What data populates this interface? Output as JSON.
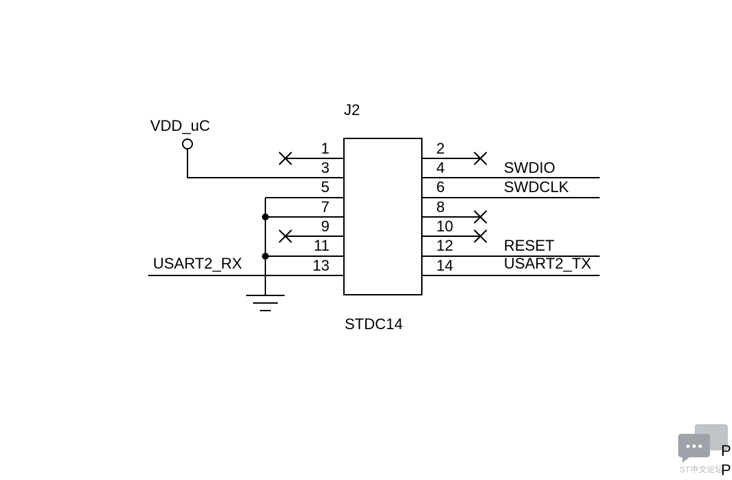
{
  "designator": "J2",
  "part": "STDC14",
  "power_net": "VDD_uC",
  "left_pins": [
    "1",
    "3",
    "5",
    "7",
    "9",
    "11",
    "13"
  ],
  "right_pins": [
    "2",
    "4",
    "6",
    "8",
    "10",
    "12",
    "14"
  ],
  "nets": {
    "swdio": "SWDIO",
    "swdclk": "SWDCLK",
    "reset": "RESET",
    "usart2_tx": "USART2_TX",
    "usart2_rx": "USART2_RX"
  },
  "watermark": {
    "text": "ST中文论坛",
    "fragment_1": "P",
    "fragment_2": "P"
  }
}
